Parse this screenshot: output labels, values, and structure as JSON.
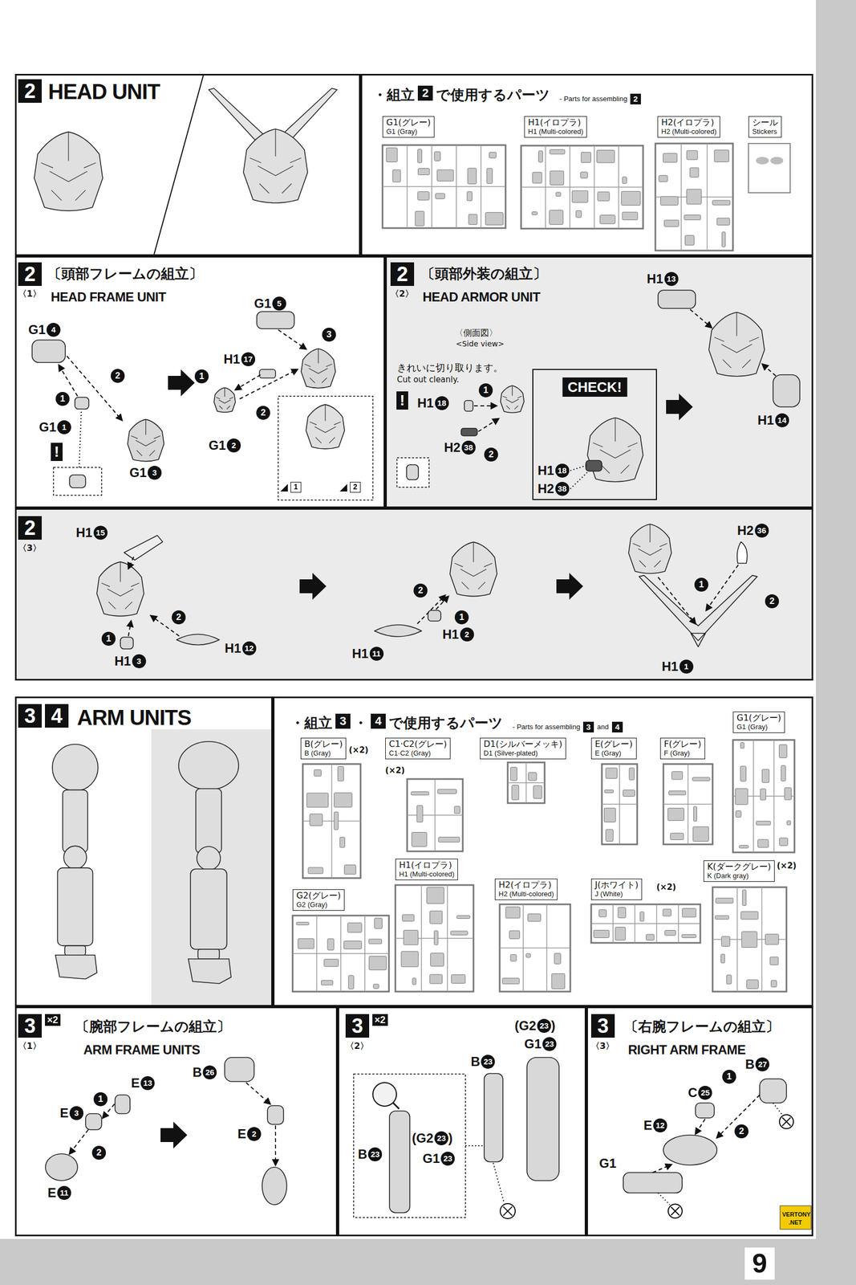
{
  "diagram": {
    "nodes": [
      {
        "text": [
          "2",
          "HEAD UNIT"
        ]
      },
      {
        "text": [
          "・組立",
          "2",
          "で使用するパーツ",
          "- Parts for assembling",
          "2"
        ]
      },
      {
        "text": [
          "G1(グレー)",
          "G1 (Gray)"
        ],
        "in": 1
      },
      {
        "text": [
          "H1(イロプラ)",
          "H1 (Multi-colored)"
        ],
        "in": 1
      },
      {
        "text": [
          "H2(イロプラ)",
          "H2 (Multi-colored)"
        ],
        "in": 1
      },
      {
        "text": [
          "シール",
          "Stickers"
        ],
        "in": 1
      },
      {
        "text": [
          "2",
          "〈1〉",
          "〔頭部フレームの組立〕",
          "HEAD FRAME UNIT"
        ]
      },
      {
        "text": [
          "2",
          "〈2〉",
          "〔頭部外装の組立〕",
          "HEAD ARMOR UNIT"
        ]
      },
      {
        "text": [
          "CHECK!"
        ],
        "in": 7
      },
      {
        "text": [
          "2",
          "〈3〉"
        ]
      },
      {
        "text": [
          "3",
          "4",
          "ARM UNITS"
        ]
      },
      {
        "text": [
          "・組立",
          "3",
          "・",
          "4",
          "で使用するパーツ",
          "- Parts for assembling",
          "3",
          "and",
          "4"
        ]
      },
      {
        "text": [
          "B(グレー)",
          "B (Gray)"
        ],
        "in": 11
      },
      {
        "text": [
          "C1·C2(グレー)",
          "C1·C2 (Gray)"
        ],
        "in": 11
      },
      {
        "text": [
          "D1(シルバーメッキ)",
          "D1 (Silver-plated)"
        ],
        "in": 11
      },
      {
        "text": [
          "E(グレー)",
          "E (Gray)"
        ],
        "in": 11
      },
      {
        "text": [
          "F(グレー)",
          "F (Gray)"
        ],
        "in": 11
      },
      {
        "text": [
          "G1(グレー)",
          "G1 (Gray)"
        ],
        "in": 11
      },
      {
        "text": [
          "G2(グレー)",
          "G2 (Gray)"
        ],
        "in": 11
      },
      {
        "text": [
          "H1(イロプラ)",
          "H1 (Multi-colored)"
        ],
        "in": 11
      },
      {
        "text": [
          "H2(イロプラ)",
          "H2 (Multi-colored)"
        ],
        "in": 11
      },
      {
        "text": [
          "J(ホワイト)",
          "J (White)"
        ],
        "in": 11
      },
      {
        "text": [
          "K(ダークグレー)",
          "K (Dark gray)"
        ],
        "in": 11
      },
      {
        "text": [
          "3",
          "×2",
          "〈1〉",
          "〔腕部フレームの組立〕",
          "ARM FRAME UNITS"
        ]
      },
      {
        "text": [
          "3",
          "×2",
          "〈2〉"
        ]
      },
      {
        "text": [
          "3",
          "〈3〉",
          "〔右腕フレームの組立〕",
          "RIGHT ARM FRAME"
        ]
      }
    ],
    "labels": [
      "G1",
      "4",
      "2",
      "1",
      "G1",
      "1",
      "!",
      "G1",
      "3",
      "G1",
      "5",
      "3",
      "H1",
      "17",
      "1",
      "2",
      "G1",
      "2",
      "1",
      "2",
      "〈側面図〉",
      "<Side view>",
      "きれいに切り取ります。",
      "Cut out cleanly.",
      "!",
      "H1",
      "18",
      "1",
      "2",
      "H2",
      "38",
      "H1",
      "18",
      "H2",
      "38",
      "H1",
      "13",
      "H1",
      "14",
      "H1",
      "15",
      "2",
      "1",
      "H1",
      "3",
      "H1",
      "12",
      "2",
      "1",
      "H1",
      "2",
      "H1",
      "11",
      "H2",
      "36",
      "1",
      "2",
      "H1",
      "1",
      "(×2)",
      "(×2)",
      "(×2)",
      "(×2)",
      "E",
      "13",
      "E",
      "3",
      "1",
      "2",
      "E",
      "11",
      "B",
      "26",
      "E",
      "2",
      "(G2",
      "23",
      ")",
      "G1",
      "23",
      "B",
      "23",
      "B",
      "23",
      "(G2",
      "23",
      ")",
      "G1",
      "23",
      "B",
      "27",
      "1",
      "C",
      "25",
      "E",
      "12",
      "2",
      "G1",
      "9",
      "VERTONY",
      ".NET"
    ]
  }
}
